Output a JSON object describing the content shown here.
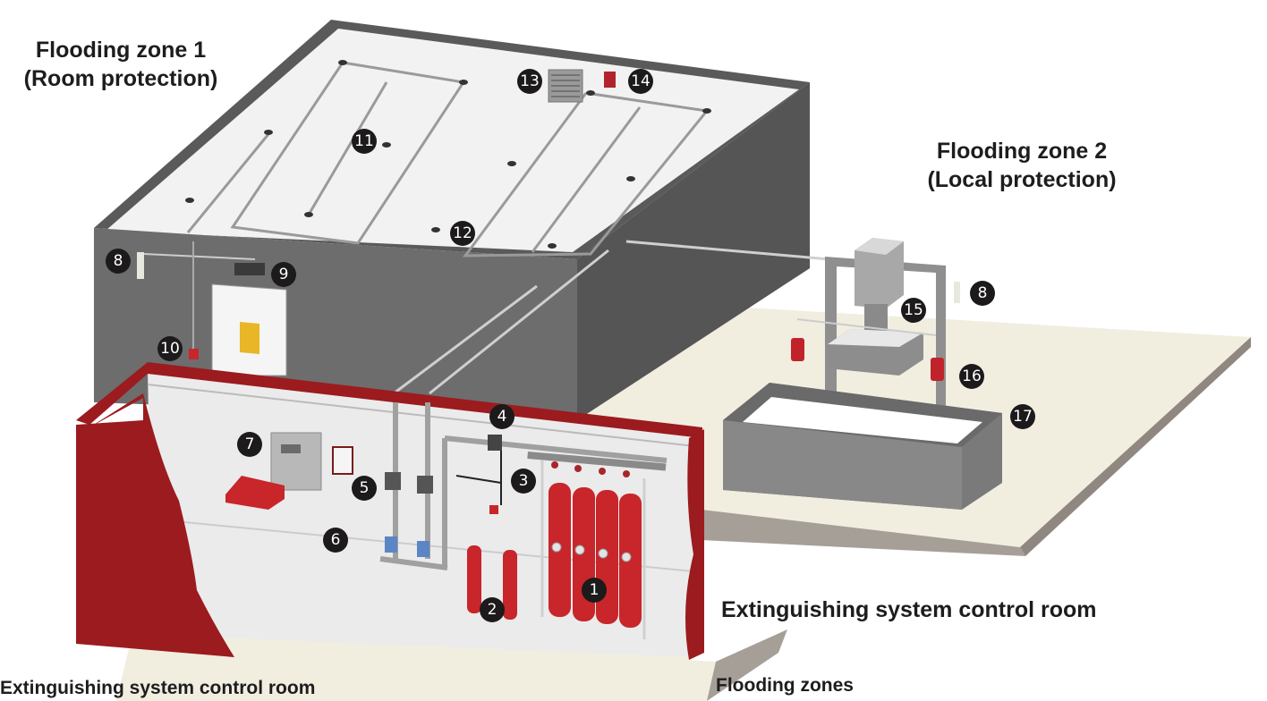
{
  "labels": {
    "zone1_line1": "Flooding zone 1",
    "zone1_line2": "(Room protection)",
    "zone2_line1": "Flooding zone 2",
    "zone2_line2": "(Local protection)",
    "control_room": "Extinguishing system control room",
    "caption_left": "Extinguishing system control room",
    "caption_right": "Flooding zones"
  },
  "markers": [
    "1",
    "2",
    "3",
    "4",
    "5",
    "6",
    "7",
    "8",
    "8",
    "9",
    "10",
    "11",
    "12",
    "13",
    "14",
    "15",
    "16",
    "17"
  ],
  "colors": {
    "wall_dark": "#5f5f5f",
    "wall_mid": "#6b6b6b",
    "ceiling": "#f1f1f1",
    "floor": "#f1eee0",
    "control_red": "#9b1b1f",
    "cylinder_red": "#c8262a",
    "marker": "#1c1a1b"
  }
}
